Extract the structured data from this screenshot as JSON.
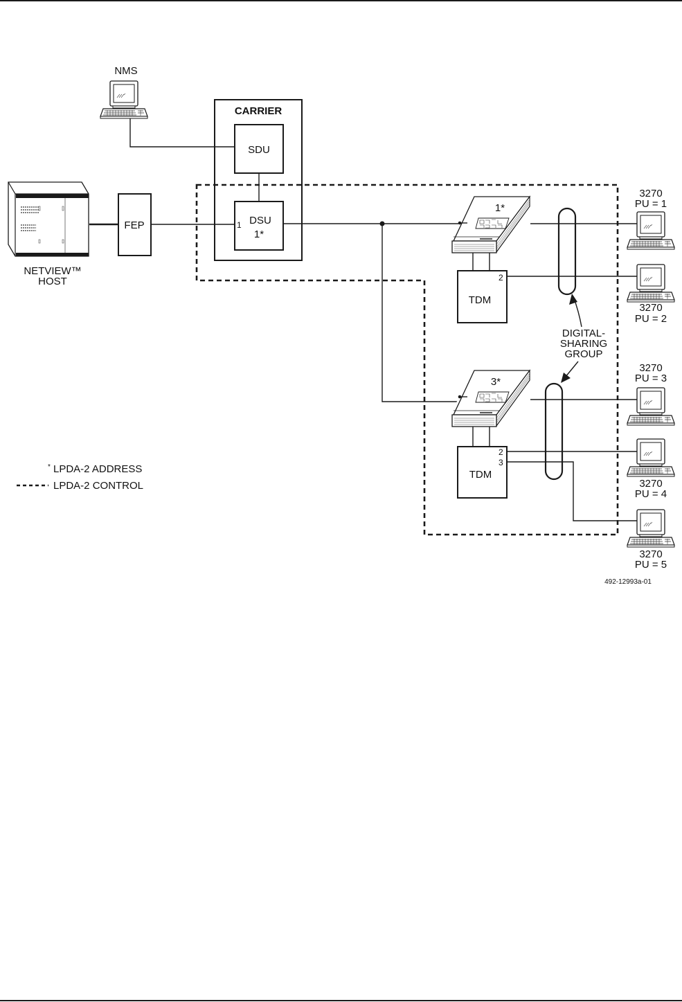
{
  "figure_id": "492-12993a-01",
  "nodes": {
    "nms": "NMS",
    "carrier": "CARRIER",
    "sdu": "SDU",
    "dsu_name": "DSU",
    "dsu_address": "1*",
    "dsu_port": "1",
    "fep": "FEP",
    "host_line1": "NETVIEW™",
    "host_line2": "HOST",
    "unit1_address": "1*",
    "unit3_address": "3*",
    "tdm1": "TDM",
    "tdm1_port": "2",
    "tdm2": "TDM",
    "tdm2_port_a": "2",
    "tdm2_port_b": "3",
    "dsg_line1": "DIGITAL-",
    "dsg_line2": "SHARING",
    "dsg_line3": "GROUP"
  },
  "terminals": [
    {
      "model": "3270",
      "pu": "PU = 1"
    },
    {
      "model": "3270",
      "pu": "PU = 2"
    },
    {
      "model": "3270",
      "pu": "PU = 3"
    },
    {
      "model": "3270",
      "pu": "PU = 4"
    },
    {
      "model": "3270",
      "pu": "PU = 5"
    }
  ],
  "legend": {
    "address_mark": "*",
    "address_label": "LPDA-2 ADDRESS",
    "control_label": "LPDA-2 CONTROL"
  }
}
